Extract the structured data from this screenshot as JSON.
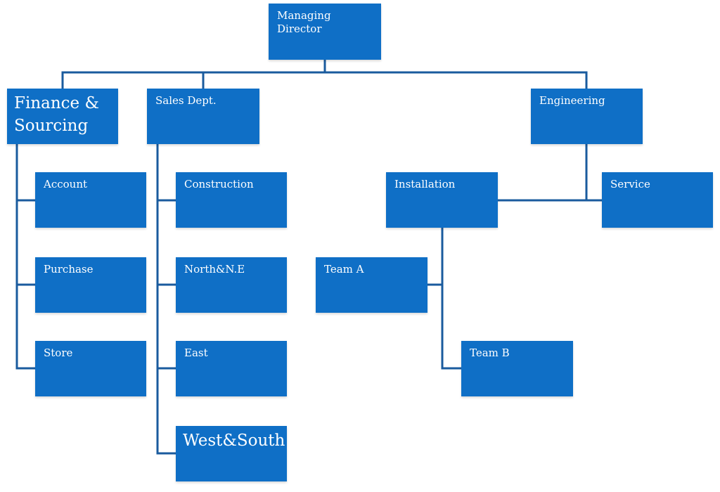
{
  "nodes": {
    "managing_director": "Managing\nDirector",
    "finance": "Finance &\nSourcing",
    "sales": "Sales Dept.",
    "engineering": "Engineering",
    "account": "Account",
    "purchase": "Purchase",
    "store": "Store",
    "construction": "Construction",
    "north_ne": "North&N.E",
    "east": "East",
    "west_south": "West&South",
    "installation": "Installation",
    "service": "Service",
    "team_a": "Team A",
    "team_b": "Team B"
  },
  "colors": {
    "node_fill": "#0f6fc6",
    "connector": "#1a5b9e",
    "text": "#ffffff"
  }
}
